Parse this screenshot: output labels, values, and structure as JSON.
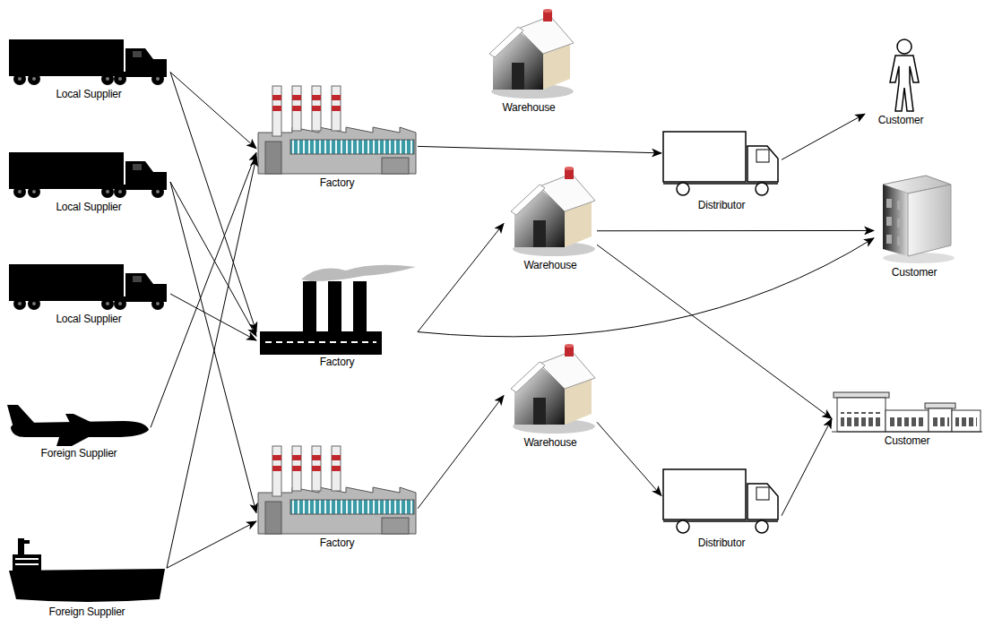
{
  "diagram": {
    "nodes": [
      {
        "text": [
          "Local Supplier"
        ]
      },
      {
        "text": [
          "Local Supplier"
        ]
      },
      {
        "text": [
          "Local Supplier"
        ]
      },
      {
        "text": [
          "Foreign Supplier"
        ]
      },
      {
        "text": [
          "Foreign Supplier"
        ]
      },
      {
        "text": [
          "Factory"
        ]
      },
      {
        "text": [
          "Factory"
        ]
      },
      {
        "text": [
          "Factory"
        ]
      },
      {
        "text": [
          "Warehouse"
        ]
      },
      {
        "text": [
          "Warehouse"
        ]
      },
      {
        "text": [
          "Warehouse"
        ]
      },
      {
        "text": [
          "Distributor"
        ]
      },
      {
        "text": [
          "Distributor"
        ]
      },
      {
        "text": [
          "Customer"
        ]
      },
      {
        "text": [
          "Customer"
        ]
      },
      {
        "text": [
          "Customer"
        ]
      }
    ],
    "edges": [
      {
        "from": 0,
        "to": 5,
        "arrow": "to"
      },
      {
        "from": 0,
        "to": 6,
        "arrow": "to"
      },
      {
        "from": 1,
        "to": 6,
        "arrow": "to"
      },
      {
        "from": 1,
        "to": 7,
        "arrow": "to"
      },
      {
        "from": 2,
        "to": 6,
        "arrow": "to"
      },
      {
        "from": 3,
        "to": 5,
        "arrow": "to"
      },
      {
        "from": 4,
        "to": 5,
        "arrow": "to"
      },
      {
        "from": 4,
        "to": 7,
        "arrow": "to"
      },
      {
        "from": 5,
        "to": 11,
        "arrow": "to"
      },
      {
        "from": 11,
        "to": 13,
        "arrow": "to"
      },
      {
        "from": 6,
        "to": 9,
        "arrow": "to"
      },
      {
        "from": 6,
        "to": 14,
        "arrow": "to"
      },
      {
        "from": 9,
        "to": 14,
        "arrow": "to"
      },
      {
        "from": 9,
        "to": 15,
        "arrow": "to"
      },
      {
        "from": 7,
        "to": 10,
        "arrow": "to"
      },
      {
        "from": 10,
        "to": 12,
        "arrow": "to"
      },
      {
        "from": 12,
        "to": 15,
        "arrow": "to"
      }
    ]
  }
}
